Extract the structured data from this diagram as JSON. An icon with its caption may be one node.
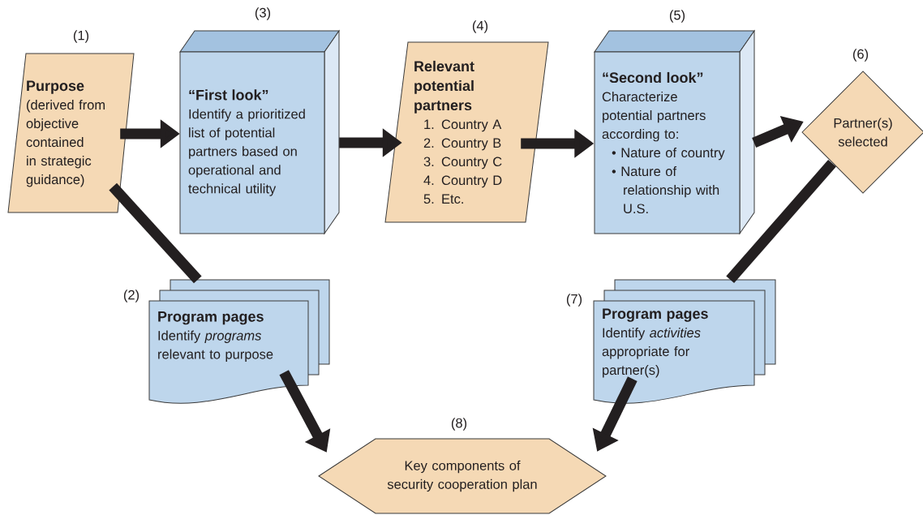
{
  "diagram": {
    "nodes": [
      {
        "text": [
          "Purpose",
          "(derived from objective contained in strategic guidance)"
        ],
        "beside": [
          "(1)"
        ]
      },
      {
        "text": [
          "“First look”",
          "Identify a prioritized list of potential partners based on operational and technical utility"
        ],
        "beside": [
          "(3)"
        ]
      },
      {
        "text": [
          "Relevant potential partners",
          "1. Country A",
          "2. Country B",
          "3. Country C",
          "4. Country D",
          "5. Etc."
        ],
        "beside": [
          "(4)"
        ]
      },
      {
        "text": [
          "“Second look”",
          "Characterize potential partners according to:",
          "• Nature of country",
          "• Nature of relationship with U.S."
        ],
        "beside": [
          "(5)"
        ]
      },
      {
        "text": [
          "Partner(s) selected"
        ],
        "beside": [
          "(6)"
        ]
      },
      {
        "text": [
          "Program pages",
          "Identify *programs* relevant to purpose"
        ],
        "beside": [
          "(2)"
        ]
      },
      {
        "text": [
          "Program pages",
          "Identify *activities* appropriate for partner(s)"
        ],
        "beside": [
          "(7)"
        ]
      },
      {
        "text": [
          "Key components of security cooperation plan"
        ],
        "beside": [
          "(8)"
        ]
      }
    ],
    "edges": [
      {
        "from": 0,
        "to": 1,
        "arrow": "to"
      },
      {
        "from": 1,
        "to": 2,
        "arrow": "to"
      },
      {
        "from": 2,
        "to": 3,
        "arrow": "to"
      },
      {
        "from": 3,
        "to": 4,
        "arrow": "to"
      },
      {
        "from": 0,
        "to": 5,
        "arrow": "none"
      },
      {
        "from": 4,
        "to": 6,
        "arrow": "none"
      },
      {
        "from": 5,
        "to": 7,
        "arrow": "to"
      },
      {
        "from": 6,
        "to": 7,
        "arrow": "to"
      }
    ]
  }
}
